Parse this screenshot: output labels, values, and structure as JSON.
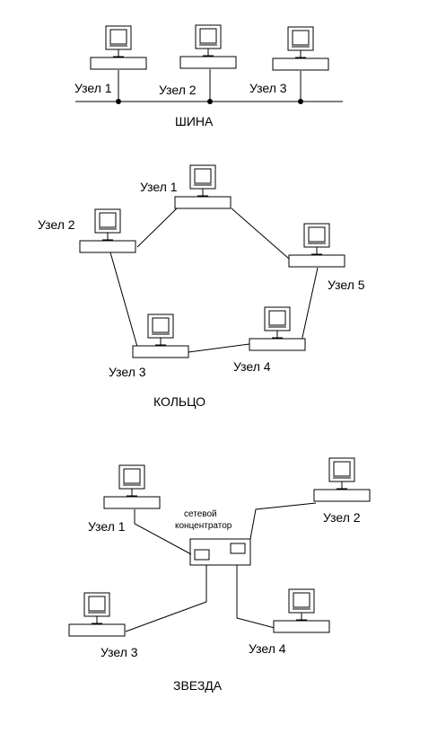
{
  "bus": {
    "caption": "ШИНА",
    "nodes": [
      "Узел 1",
      "Узел 2",
      "Узел 3"
    ]
  },
  "ring": {
    "caption": "КОЛЬЦО",
    "nodes": [
      "Узел 1",
      "Узел 2",
      "Узел 3",
      "Узел 4",
      "Узел 5"
    ]
  },
  "star": {
    "caption": "ЗВЕЗДА",
    "hub_label_line1": "сетевой",
    "hub_label_line2": "концентратор",
    "nodes": [
      "Узел 1",
      "Узел 2",
      "Узел 3",
      "Узел 4"
    ]
  },
  "icons": {
    "node": "computer-icon",
    "hub": "network-hub-icon"
  }
}
